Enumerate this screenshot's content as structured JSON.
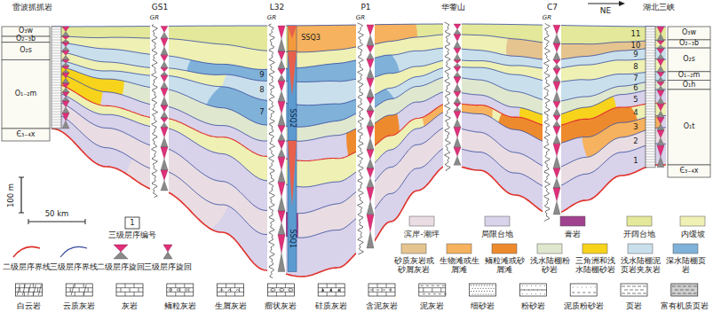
{
  "diagram": {
    "labels": [
      "雷波抓抓岩",
      "GS1",
      "L32",
      "P1",
      "华蓥山",
      "C7",
      "NE",
      "湖北三峡",
      "GR",
      "GR",
      "GR",
      "GR",
      "O₃w",
      "O₂₋₃b",
      "O₂s",
      "O₁₋₂m",
      "Є₃₋₄x",
      "O₃w",
      "O₂₋₃b",
      "O₂s",
      "O₁₋₂m",
      "O₁h",
      "O₁t",
      "Є₃₋₄x",
      "1",
      "2",
      "3",
      "4",
      "5",
      "6",
      "7",
      "8",
      "9",
      "10",
      "11",
      "9",
      "8",
      "7",
      "SSQ3",
      "SSQ2",
      "SSQ1",
      "100 m",
      "50 km",
      "1"
    ],
    "legend": [
      {
        "text": "三级层序编号"
      },
      {
        "text": "二级层序界线"
      },
      {
        "text": "三级层序界线"
      },
      {
        "text": "二级层序旋回"
      },
      {
        "text": "三级层序旋回"
      },
      {
        "text": "滨岸-潮坪",
        "color": "#e9dde3"
      },
      {
        "text": "局限台地",
        "color": "#d8d2ea"
      },
      {
        "text": "膏岩",
        "color": "#a0428e"
      },
      {
        "text": "开阔台地",
        "color": "#e3e89a"
      },
      {
        "text": "内缓坡",
        "color": "#eef0b4"
      },
      {
        "text": "砂质灰岩或砂屑灰岩",
        "color": "#e6c48f"
      },
      {
        "text": "生物滩或生屑滩",
        "color": "#f6b25e"
      },
      {
        "text": "鲕粒滩或砂屑滩",
        "color": "#ee8a2e"
      },
      {
        "text": "浅水陆棚粉砂岩",
        "color": "#dfe8cf"
      },
      {
        "text": "三角洲和浅水陆棚砂岩",
        "color": "#f7d31c"
      },
      {
        "text": "浅水陆棚泥页岩夹灰岩",
        "color": "#c9e0ec"
      },
      {
        "text": "深水陆棚页岩",
        "color": "#7fb1d9"
      },
      {
        "text": "白云岩"
      },
      {
        "text": "云质灰岩"
      },
      {
        "text": "灰岩"
      },
      {
        "text": "鲕粒灰岩"
      },
      {
        "text": "生屑灰岩"
      },
      {
        "text": "瘤状灰岩"
      },
      {
        "text": "硅质灰岩"
      },
      {
        "text": "含泥灰岩"
      },
      {
        "text": "泥灰岩"
      },
      {
        "text": "细砂岩"
      },
      {
        "text": "粉砂岩"
      },
      {
        "text": "泥质粉砂岩"
      },
      {
        "text": "页岩"
      },
      {
        "text": "富有机质页岩"
      }
    ]
  }
}
